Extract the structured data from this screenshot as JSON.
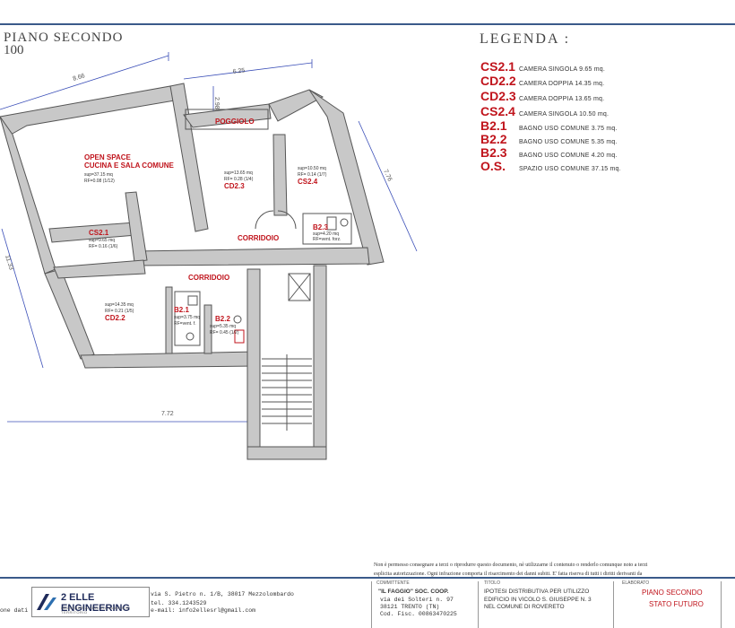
{
  "header": {
    "title": "PIANO  SECONDO",
    "scale": "100"
  },
  "legend": {
    "title": "LEGENDA  :",
    "items": [
      {
        "code": "CS2.1",
        "desc": "CAMERA SINGOLA 9.65 mq."
      },
      {
        "code": "CD2.2",
        "desc": "CAMERA DOPPIA 14.35 mq."
      },
      {
        "code": "CD2.3",
        "desc": "CAMERA DOPPIA 13.65 mq."
      },
      {
        "code": "CS2.4",
        "desc": "CAMERA SINGOLA 10.50 mq."
      },
      {
        "code": "B2.1",
        "desc": "BAGNO USO COMUNE 3.75 mq."
      },
      {
        "code": "B2.2",
        "desc": "BAGNO USO COMUNE 5.35 mq."
      },
      {
        "code": "B2.3",
        "desc": "BAGNO USO COMUNE 4.20 mq."
      },
      {
        "code": "O.S.",
        "desc": "SPAZIO USO COMUNE 37.15 mq."
      }
    ]
  },
  "plan": {
    "dimensions": {
      "d866": "8.66",
      "d625": "6.25",
      "d298": "2.98",
      "d776": "7.76",
      "d1133": "11.33",
      "d772": "7.72"
    },
    "poggiolo": "POGGIOLO",
    "open_space": {
      "line1": "OPEN SPACE",
      "line2": "CUCINA E SALA COMUNE",
      "sup": "sup=37.15 mq",
      "rf": "RF=0.08 (1/12)"
    },
    "cd23": {
      "code": "CD2.3",
      "sup": "sup=13.65 mq",
      "rf": "RF= 0.28 (1/4)"
    },
    "cs24": {
      "code": "CS2.4",
      "sup": "sup=10.50 mq",
      "rf": "RF= 0.14 (1/7)"
    },
    "b23": {
      "code": "B2.3",
      "sup": "sup=4.20 mq",
      "rf": "RF=vent. forz."
    },
    "corridoio": "CORRIDOIO",
    "cs21": {
      "code": "CS2.1",
      "sup": "sup=9.65 mq",
      "rf": "RF= 0.16 (1/6)"
    },
    "cd22": {
      "code": "CD2.2",
      "sup": "sup=14.35 mq",
      "rf": "RF= 0.21 (1/5)"
    },
    "b21": {
      "code": "B2.1",
      "sup": "sup=3.75 mq",
      "rf": "RF=vent. f."
    },
    "b22": {
      "code": "B2.2",
      "sup": "sup=5.35 mq",
      "rf": "RF= 0.45 (1/2)"
    }
  },
  "notice": {
    "line1": "Non è permesso consegnare a terzi o riprodurre questo documento, nè utilizzarne il contenuto o renderlo comunque noto a terzi",
    "line2": "esplicita autorizzazione. Ogni infrazione comporta il risarcimento dei danni subiti. E' fatta riserva di tutti i diritti derivanti da"
  },
  "footer": {
    "left_cut": "one dati :",
    "company": "2 ELLE ENGINEERING",
    "company_sub": "INGEGNERIA EDILIZIA AMBIENTE TERRITORIO",
    "address": "via S. Pietro n. 1/B, 38017 Mezzolombardo",
    "tel": "tel. 334.1243529",
    "email": "e-mail: info2ellesrl@gmail.com",
    "client_head": "COMMITTENTE",
    "client_name": "\"IL FAGGIO\" SOC. COOP.",
    "client_addr": "via dei Solteri n. 97",
    "client_city": "38121 TRENTO (TN)",
    "client_cf": "Cod. Fisc. 00863470225",
    "title_head": "TITOLO",
    "title_l1": "IPOTESI DISTRIBUTIVA PER UTILIZZO",
    "title_l2": "EDIFICIO IN VICOLO S. GIUSEPPE N. 3",
    "title_l3": "NEL COMUNE DI ROVERETO",
    "elab_head": "ELABORATO",
    "elab_l1": "PIANO SECONDO",
    "elab_l2": "STATO FUTURO"
  },
  "colors": {
    "accent": "#c0141c",
    "rule": "#3a5a8a",
    "dimension": "#3b4fb8"
  }
}
